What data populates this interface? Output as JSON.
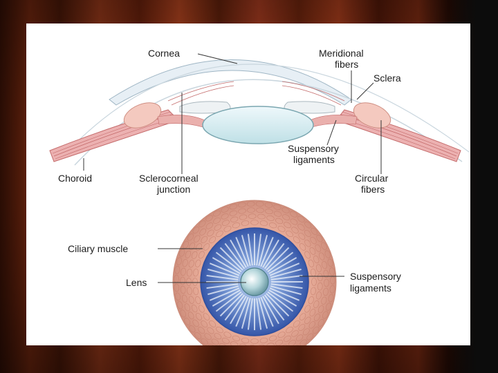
{
  "top_diagram": {
    "labels": {
      "cornea": "Cornea",
      "meridional_1": "Meridional",
      "meridional_2": "fibers",
      "sclera": "Sclera",
      "suspensory_1": "Suspensory",
      "suspensory_2": "ligaments",
      "choroid": "Choroid",
      "sclerocorneal_1": "Sclerocorneal",
      "sclerocorneal_2": "junction",
      "circular_1": "Circular",
      "circular_2": "fibers"
    }
  },
  "bottom_diagram": {
    "labels": {
      "ciliary_muscle": "Ciliary muscle",
      "lens": "Lens",
      "suspensory_1": "Suspensory",
      "suspensory_2": "ligaments"
    }
  },
  "colors": {
    "muscle": "#e9a6a6",
    "muscle_line": "#c46b6b",
    "cornea": "#e6eff5",
    "lens_fill": "#d8eef2",
    "iris_blue": "#3d63b3",
    "ring": "#d99a86",
    "leader": "#333333"
  }
}
